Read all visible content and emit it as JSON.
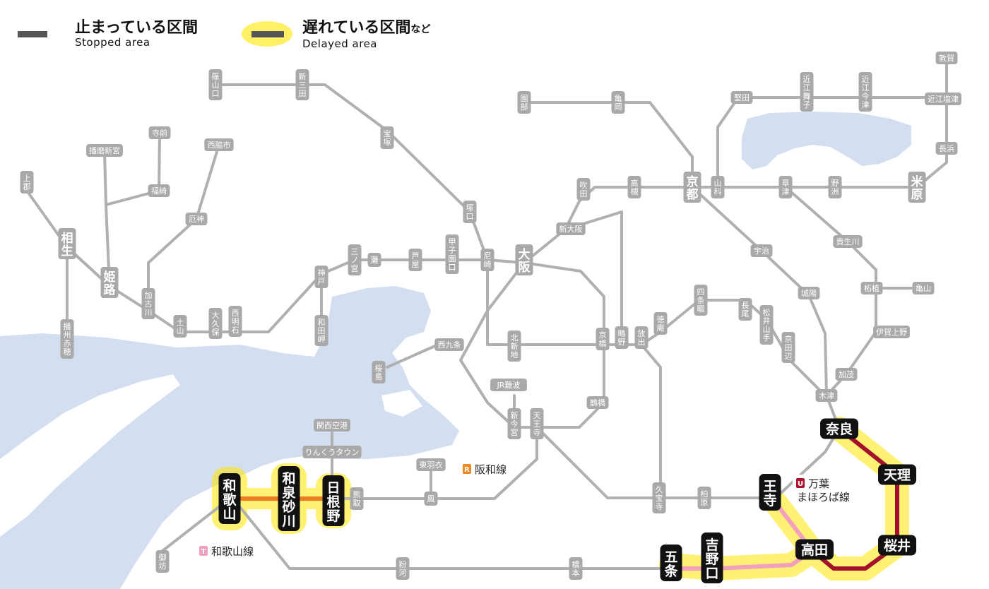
{
  "legend": {
    "stopped": {
      "title": "止まっている区間",
      "sub": "Stopped area"
    },
    "delayed": {
      "title": "遅れている区間",
      "suffix": "など",
      "sub": "Delayed area"
    }
  },
  "colors": {
    "water": "#d3dff1",
    "line_gray": "#b0b0b0",
    "station_gray": "#a9a9a9",
    "stopped": "#555555",
    "glow": "#ffe600",
    "hanwa_delay": "#f07c22",
    "wakayama_line": "#f39fbf",
    "manyo_line": "#a3112c"
  },
  "lines": {
    "hanwa": {
      "badge": "R",
      "name": "阪和線",
      "badge_color": "#f08a24"
    },
    "wakayama": {
      "badge": "T",
      "name": "和歌山線",
      "badge_color": "#f39fbf"
    },
    "manyo": {
      "badge": "U",
      "name_line1": "万葉",
      "name_line2": "まほろば線",
      "badge_color": "#b0152f"
    }
  },
  "stations": {
    "sasayamaguchi": "篠山口",
    "shinsanda": "新三田",
    "takarazuka": "宝塚",
    "sonobe": "園部",
    "kameoka": "亀岡",
    "katata": "堅田",
    "omimaiko": "近江舞子",
    "omiimazu": "近江今津",
    "tsuruga": "敦賀",
    "omishiotsu": "近江塩津",
    "nagahama": "長浜",
    "maibara": "米原",
    "yasu": "野洲",
    "kusatsu": "草津",
    "yamashina": "山科",
    "kyoto": "京都",
    "takatsuki": "高槻",
    "suita": "吹田",
    "shinosaka": "新大阪",
    "osaka": "大阪",
    "amagasaki": "尼崎",
    "koshienguchi": "甲子園口",
    "ashiya": "芦屋",
    "nada": "灘",
    "sannomiya": "三ノ宮",
    "kobe": "神戸",
    "wadamisaki": "和田岬",
    "nishiakashi": "西明石",
    "okubo": "大久保",
    "tsuchiyama": "土山",
    "kakogawa": "加古川",
    "yakujin": "厄神",
    "nishiwakishi": "西脇市",
    "fukusaki": "福崎",
    "teramae": "寺前",
    "harimashingu": "播磨新宮",
    "himeji": "姫路",
    "aioi": "相生",
    "kamigori": "上郡",
    "banshuako": "播州赤穂",
    "tsukaguchi": "塚口",
    "kitashinchi": "北新地",
    "nishikujo": "西九条",
    "sakurajima": "桜島",
    "kyobashi": "京橋",
    "tsurumi": "鶴橋",
    "tennoji": "天王寺",
    "shinimamiya": "新今宮",
    "jrnamba": "JR難波",
    "hanaten": "放出",
    "kamo_osaka": "鴫野",
    "tokuan": "徳庵",
    "shijonawate": "四条畷",
    "nagao": "長尾",
    "matsuiyamate": "松井山手",
    "kyotanabe": "京田辺",
    "uji": "宇治",
    "joyo": "城陽",
    "kizu": "木津",
    "kamo": "加茂",
    "iga_ueno": "伊賀上野",
    "tsuge": "柘植",
    "kameyama": "亀山",
    "kibukawa": "貴生川",
    "nara": "奈良",
    "tenri": "天理",
    "sakurai": "桜井",
    "takada": "高田",
    "oji": "王寺",
    "kashiwara": "柏原",
    "kyuhoji": "久宝寺",
    "gojo": "五条",
    "yoshinoguchi": "吉野口",
    "hashimoto": "橋本",
    "kokawa": "粉河",
    "gobo": "御坊",
    "wakayama": "和歌山",
    "izumisunagawa": "和泉砂川",
    "hineno": "日根野",
    "kumatori": "熊取",
    "otori": "鳳",
    "higashihagoromo": "東羽衣",
    "rinku": "りんくうタウン",
    "kanku": "関西空港"
  }
}
